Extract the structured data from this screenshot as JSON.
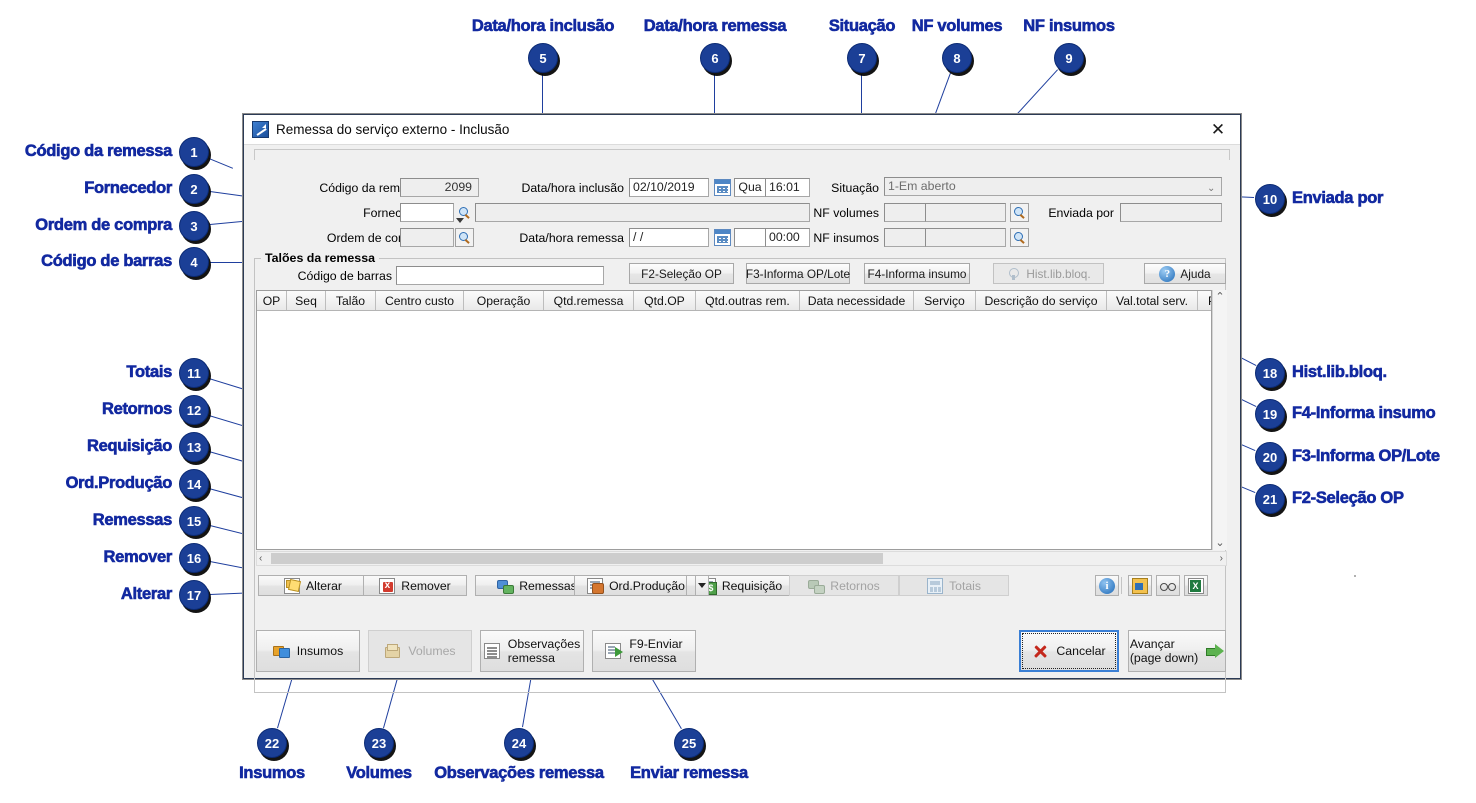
{
  "window": {
    "title": "Remessa do serviço externo - Inclusão",
    "close_label": "✕",
    "app_icon": "chart-up-icon"
  },
  "form": {
    "codigo_remessa_label": "Código da remessa",
    "codigo_remessa_value": "2099",
    "fornecedor_label": "Fornecedor",
    "fornecedor_value": "",
    "fornecedor_desc_value": "",
    "ordem_compra_label": "Ordem de compra",
    "ordem_compra_value": "",
    "data_hora_inclusao_label": "Data/hora inclusão",
    "data_hora_inclusao_value": "02/10/2019",
    "data_hora_inclusao_weekday": "Qua",
    "data_hora_inclusao_time": "16:01",
    "data_hora_remessa_label": "Data/hora remessa",
    "data_hora_remessa_value": "/  /",
    "data_hora_remessa_weekday": "",
    "data_hora_remessa_time": "00:00",
    "situacao_label": "Situação",
    "situacao_value": "1-Em aberto",
    "nf_volumes_label": "NF volumes",
    "nf_volumes_serie": "",
    "nf_volumes_numero": "",
    "nf_insumos_label": "NF insumos",
    "nf_insumos_serie": "",
    "nf_insumos_numero": "",
    "enviada_por_label": "Enviada por",
    "enviada_por_value": ""
  },
  "groupbox": {
    "title": "Talões da remessa",
    "codigo_barras_label": "Código de barras",
    "codigo_barras_value": ""
  },
  "grid_buttons": [
    {
      "label": "F2-Seleção OP",
      "disabled": false,
      "name": "f2-selecao-op-button"
    },
    {
      "label": "F3-Informa OP/Lote",
      "disabled": false,
      "name": "f3-informa-op-lote-button"
    },
    {
      "label": "F4-Informa insumo",
      "disabled": false,
      "name": "f4-informa-insumo-button"
    },
    {
      "label": "Hist.lib.bloq.",
      "disabled": true,
      "name": "hist-lib-bloq-button"
    },
    {
      "label": "Ajuda",
      "disabled": false,
      "name": "ajuda-button"
    }
  ],
  "grid": {
    "columns": [
      {
        "label": "OP",
        "w": 30
      },
      {
        "label": "Seq",
        "w": 39
      },
      {
        "label": "Talão",
        "w": 50
      },
      {
        "label": "Centro custo",
        "w": 88
      },
      {
        "label": "Operação",
        "w": 80
      },
      {
        "label": "Qtd.remessa",
        "w": 90
      },
      {
        "label": "Qtd.OP",
        "w": 62
      },
      {
        "label": "Qtd.outras rem.",
        "w": 104
      },
      {
        "label": "Data necessidade",
        "w": 114
      },
      {
        "label": "Serviço",
        "w": 62
      },
      {
        "label": "Descrição do serviço",
        "w": 131
      },
      {
        "label": "Val.total serv.",
        "w": 91
      },
      {
        "label": "Pro",
        "w": 40
      }
    ],
    "rows": [],
    "scroll_up": "⌃",
    "scroll_down": "⌄",
    "scroll_left": "‹",
    "scroll_right": "›"
  },
  "toolbar": [
    {
      "label": "Alterar",
      "accel": "l",
      "icon": "edit-icon",
      "disabled": false,
      "name": "alterar-button"
    },
    {
      "label": "Remover",
      "accel": "",
      "icon": "delete-icon",
      "disabled": false,
      "name": "remover-button"
    },
    {
      "label": "Remessas",
      "accel": "R",
      "icon": "shipments-icon",
      "disabled": false,
      "name": "remessas-button"
    },
    {
      "label": "Ord.Produção",
      "accel": "O",
      "icon": "production-order-icon",
      "disabled": false,
      "name": "ord-producao-button"
    },
    {
      "label": "Requisição",
      "accel": "e",
      "icon": "requisition-icon",
      "disabled": false,
      "name": "requisicao-button"
    },
    {
      "label": "Retornos",
      "accel": "n",
      "icon": "returns-icon",
      "disabled": true,
      "name": "retornos-button"
    },
    {
      "label": "Totais",
      "accel": "i",
      "icon": "totals-icon",
      "disabled": true,
      "name": "totais-button"
    }
  ],
  "toolbar_icons": [
    {
      "icon": "info-icon",
      "name": "info-icon-button"
    },
    {
      "icon": "folder-key-icon",
      "name": "folder-key-icon-button"
    },
    {
      "icon": "glasses-icon",
      "name": "glasses-icon-button"
    },
    {
      "icon": "excel-export-icon",
      "name": "excel-export-icon-button"
    }
  ],
  "actions": {
    "insumos": "Insumos",
    "volumes": "Volumes",
    "observacoes_l1": "Observações",
    "observacoes_l2": "remessa",
    "enviar_l1": "F9-Enviar",
    "enviar_l2": "remessa",
    "cancelar": "Cancelar",
    "avancar_l1": "Avançar",
    "avancar_l2": "(page down)"
  },
  "annotations": [
    {
      "n": "1",
      "text": "Código da remessa",
      "side": "left"
    },
    {
      "n": "2",
      "text": "Fornecedor",
      "side": "left"
    },
    {
      "n": "3",
      "text": "Ordem de compra",
      "side": "left"
    },
    {
      "n": "4",
      "text": "Código de barras",
      "side": "left"
    },
    {
      "n": "5",
      "text": "Data/hora inclusão",
      "side": "top"
    },
    {
      "n": "6",
      "text": "Data/hora remessa",
      "side": "top"
    },
    {
      "n": "7",
      "text": "Situação",
      "side": "top"
    },
    {
      "n": "8",
      "text": "NF volumes",
      "side": "top"
    },
    {
      "n": "9",
      "text": "NF insumos",
      "side": "top"
    },
    {
      "n": "10",
      "text": "Enviada por",
      "side": "right"
    },
    {
      "n": "11",
      "text": "Totais",
      "side": "left"
    },
    {
      "n": "12",
      "text": "Retornos",
      "side": "left"
    },
    {
      "n": "13",
      "text": "Requisição",
      "side": "left"
    },
    {
      "n": "14",
      "text": "Ord.Produção",
      "side": "left"
    },
    {
      "n": "15",
      "text": "Remessas",
      "side": "left"
    },
    {
      "n": "16",
      "text": "Remover",
      "side": "left"
    },
    {
      "n": "17",
      "text": "Alterar",
      "side": "left"
    },
    {
      "n": "18",
      "text": "Hist.lib.bloq.",
      "side": "right"
    },
    {
      "n": "19",
      "text": "F4-Informa insumo",
      "side": "right"
    },
    {
      "n": "20",
      "text": "F3-Informa OP/Lote",
      "side": "right"
    },
    {
      "n": "21",
      "text": "F2-Seleção OP",
      "side": "right"
    },
    {
      "n": "22",
      "text": "Insumos",
      "side": "bottom"
    },
    {
      "n": "23",
      "text": "Volumes",
      "side": "bottom"
    },
    {
      "n": "24",
      "text": "Observações remessa",
      "side": "bottom"
    },
    {
      "n": "25",
      "text": "Enviar remessa",
      "side": "bottom"
    }
  ],
  "colors": {
    "annotation_blue": "#1229a0",
    "badge_blue": "#1b3f96",
    "leader_line": "#1f3f9e",
    "window_bg": "#f0f0f0"
  }
}
